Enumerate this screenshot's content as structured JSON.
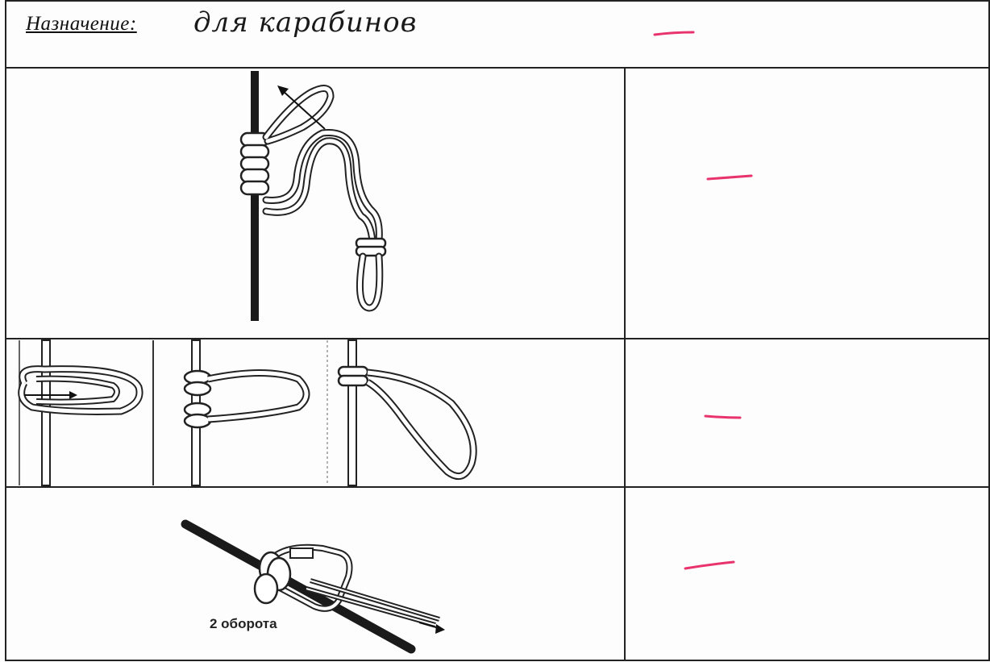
{
  "header": {
    "label": "Назначение:",
    "handwritten_value": "для карабинов"
  },
  "rows": [
    {
      "illustration": "prusik-knot-coils-on-rope-icon",
      "mark": "—",
      "mark_color": "#e8336d"
    },
    {
      "illustration": "prusik-knot-three-step-sequence-icon",
      "mark": "—",
      "mark_color": "#e8336d"
    },
    {
      "illustration": "carabiner-knot-on-pole-icon",
      "caption": "2 оборота",
      "mark": "—",
      "mark_color": "#e8336d"
    }
  ],
  "colors": {
    "ink": "#111111",
    "mark": "#e8336d",
    "rope": "#222222"
  }
}
